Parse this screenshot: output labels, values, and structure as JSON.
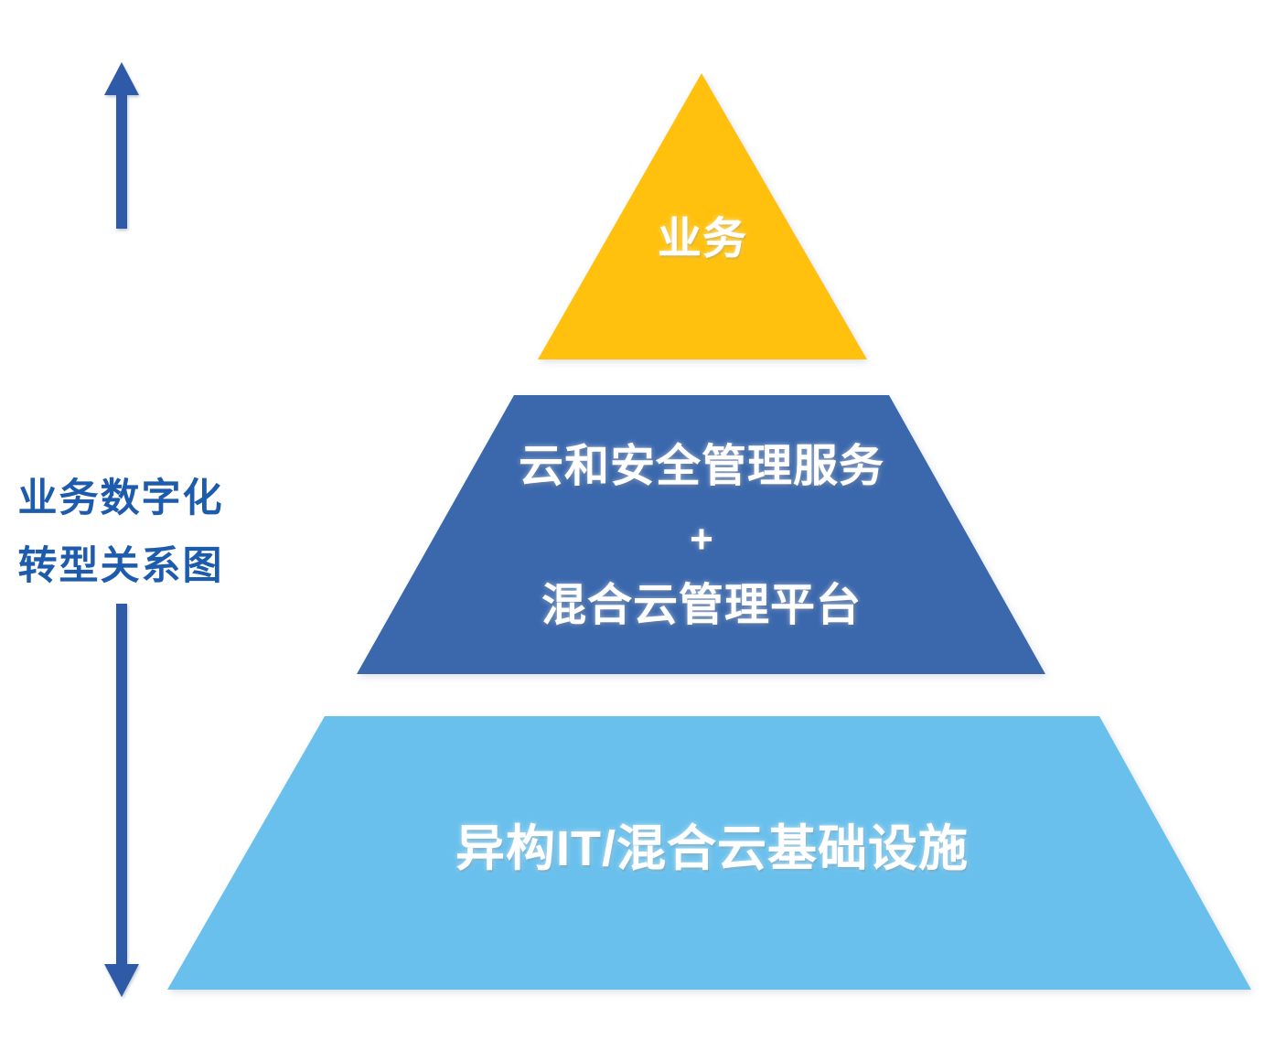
{
  "diagram": {
    "background_color": "#ffffff",
    "axis": {
      "label_line_1": "业务数字化",
      "label_line_2": "转型关系图",
      "label_color": "#1D5BAC",
      "arrow_color": "#2D5AA8",
      "arrow_direction": "double-headed-vertical"
    },
    "layers": [
      {
        "id": "business",
        "shape": "triangle",
        "label": "业务",
        "fill_color": "#FFC107",
        "text_color": "#FFFFFF",
        "level": 1
      },
      {
        "id": "cloud-security-management",
        "shape": "trapezoid",
        "label_line_1": "云和安全管理服务",
        "label_plus": "+",
        "label_line_2": "混合云管理平台",
        "fill_color": "#3A68AC",
        "text_color": "#FFFFFF",
        "level": 2
      },
      {
        "id": "infrastructure",
        "shape": "trapezoid",
        "label": "异构IT/混合云基础设施",
        "fill_color": "#6AC0EC",
        "text_color": "#FFFFFF",
        "level": 3
      }
    ]
  }
}
